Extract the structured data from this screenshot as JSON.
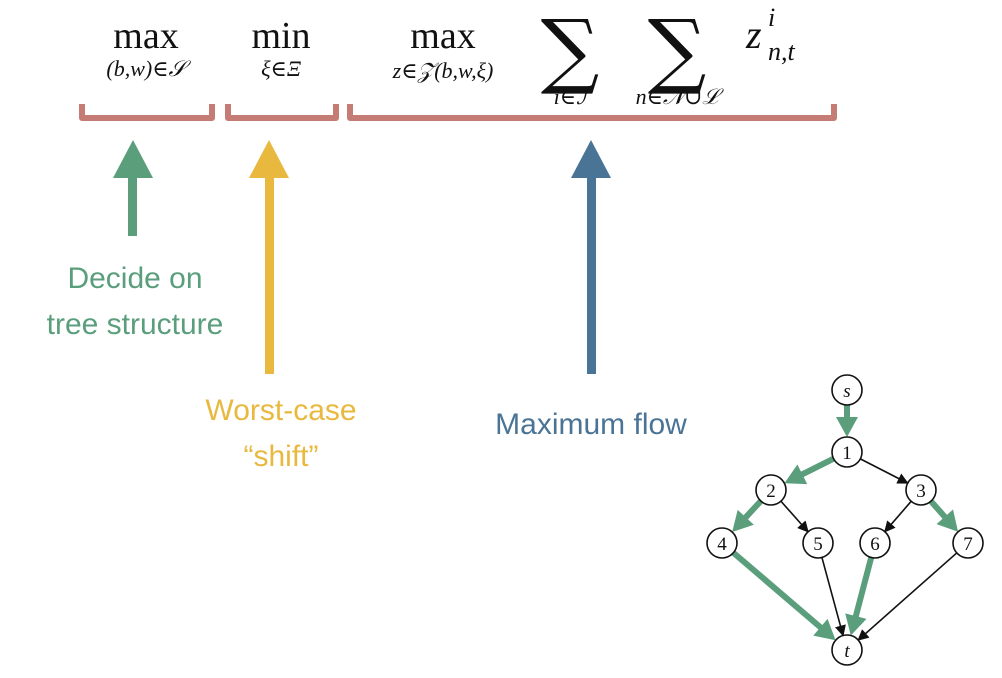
{
  "formula": {
    "term1": {
      "operator": "max",
      "subscript": "(b,w)∈𝒮"
    },
    "term2": {
      "operator": "min",
      "subscript": "ξ∈Ξ"
    },
    "term3": {
      "operator": "max",
      "subscript": "z∈𝒵(b,w,ξ)"
    },
    "sum1": {
      "symbol": "∑",
      "subscript": "i∈ℐ"
    },
    "sum2": {
      "symbol": "∑",
      "subscript": "n∈𝒩∪ℒ"
    },
    "variable": {
      "base": "z",
      "superscript": "i",
      "subscript": "n,t"
    }
  },
  "captions": {
    "tree": {
      "line1": "Decide on",
      "line2": "tree structure",
      "color": "#5a9e7c"
    },
    "shift": {
      "line1": "Worst-case",
      "line2": "“shift”",
      "color": "#e8b93e"
    },
    "flow": {
      "line1": "Maximum flow",
      "color": "#4a7496"
    }
  },
  "colors": {
    "bracket": "#c47c74",
    "arrow_tree": "#5a9e7c",
    "arrow_shift": "#e8b93e",
    "arrow_flow": "#4a7496",
    "flow_edge": "#5a9e7c",
    "plain_edge": "#111111"
  },
  "graph": {
    "nodes": [
      {
        "id": "s",
        "label": "s"
      },
      {
        "id": "1",
        "label": "1"
      },
      {
        "id": "2",
        "label": "2"
      },
      {
        "id": "3",
        "label": "3"
      },
      {
        "id": "4",
        "label": "4"
      },
      {
        "id": "5",
        "label": "5"
      },
      {
        "id": "6",
        "label": "6"
      },
      {
        "id": "7",
        "label": "7"
      },
      {
        "id": "t",
        "label": "t"
      }
    ],
    "edges": [
      {
        "from": "s",
        "to": "1",
        "flow": true
      },
      {
        "from": "1",
        "to": "2",
        "flow": true
      },
      {
        "from": "1",
        "to": "3",
        "flow": false
      },
      {
        "from": "2",
        "to": "4",
        "flow": true
      },
      {
        "from": "2",
        "to": "5",
        "flow": false
      },
      {
        "from": "3",
        "to": "6",
        "flow": false
      },
      {
        "from": "3",
        "to": "7",
        "flow": true
      },
      {
        "from": "4",
        "to": "t",
        "flow": true
      },
      {
        "from": "5",
        "to": "t",
        "flow": false
      },
      {
        "from": "6",
        "to": "t",
        "flow": true
      },
      {
        "from": "7",
        "to": "t",
        "flow": false
      }
    ]
  }
}
